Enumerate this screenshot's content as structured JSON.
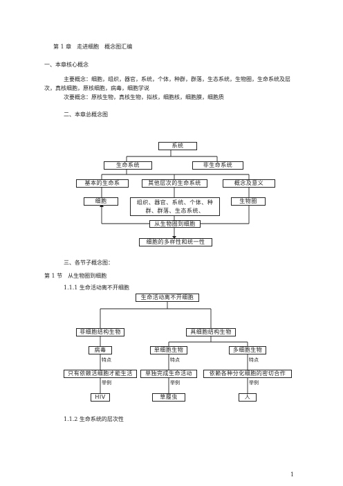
{
  "header": {
    "chapter_title": "第 1 章　走进细胞　概念图汇编"
  },
  "section1": {
    "heading": "一、本章核心概念",
    "main_concepts": "主要概念：细胞，组织，器官，系统，个体，种群，群落，生态系统，生物圈，生命系统及层次，真核细胞，原核细胞，病毒，细胞学说",
    "secondary_concepts": "次要概念：原核生物，真核生物，拟核，细胞核，细胞膜，细胞质"
  },
  "section2": {
    "heading": "二、本章总概念图",
    "map": {
      "system": "系统",
      "life_system": "生命系统",
      "non_life_system": "非生命系统",
      "basic_life_system": "基本的生命系",
      "other_levels": "其他层次的生命系统",
      "concept_meaning": "概念及意义",
      "cell": "细胞",
      "levels_list": "组织、器官、系统、个体、种群、群落、生态系统、",
      "biosphere": "生物圈",
      "from_biosphere_to_cell": "从生物圈到细胞",
      "diversity_unity": "细胞的多样性和统一性"
    }
  },
  "section3": {
    "heading": "三、各节子概念图：",
    "section_title": "第 1 节　从生物圈到细胞",
    "sub1": {
      "title": "1.1.1  生命活动离不开细胞",
      "map": {
        "root": "生命活动离不开细胞",
        "non_cellular": "非细胞结构生物",
        "cellular": "具细胞结构生物",
        "virus": "病毒",
        "unicellular": "单细胞生物",
        "multicellular": "多细胞生物",
        "feature_label": "特点",
        "example_label": "举例",
        "virus_feature": "只有依赖活细胞才能生活",
        "uni_feature": "单独完成生命活动",
        "multi_feature": "依赖各种分化细胞的密切合作",
        "virus_example": "HIV",
        "uni_example": "草履虫",
        "multi_example": "人"
      }
    },
    "sub2": {
      "title": "1.1.2  生命系统的层次性"
    }
  },
  "footer": {
    "page_number": "1"
  }
}
